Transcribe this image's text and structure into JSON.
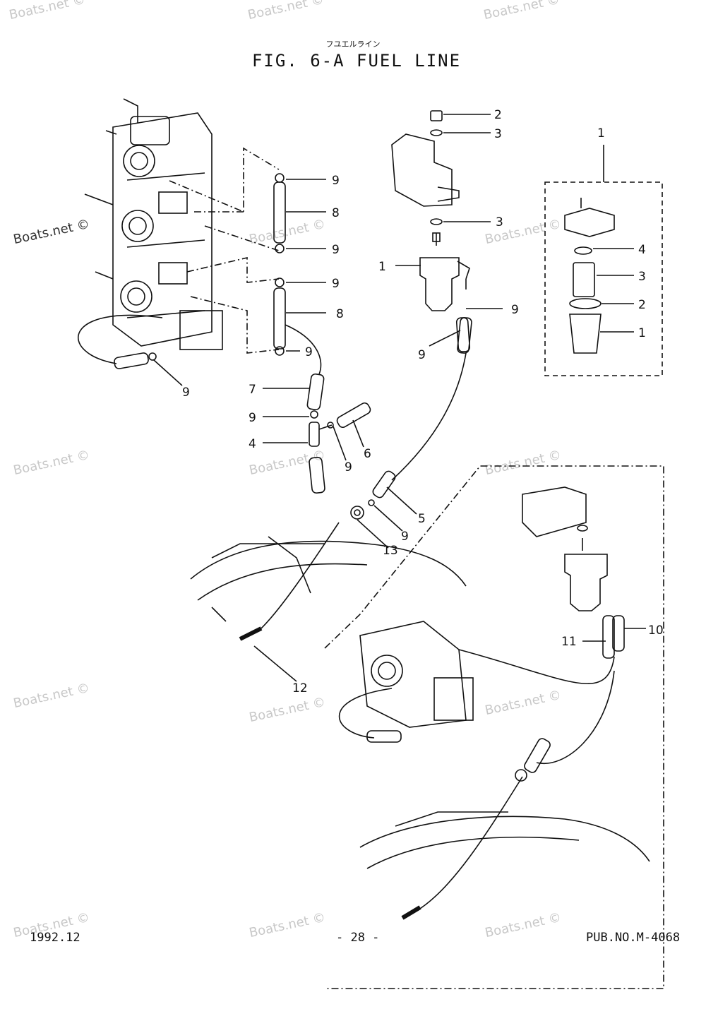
{
  "header": {
    "subtitle_jp": "フユエルライン",
    "title": "FIG.  6-A FUEL LINE"
  },
  "footer": {
    "date": "1992.12",
    "page": "- 28 -",
    "pub_no": "PUB.NO.M-4068"
  },
  "watermark": "Boats.net ©",
  "callouts": {
    "c2": "2",
    "c3a": "3",
    "c3b": "3",
    "c1": "1",
    "c9_filter": "9",
    "c9_hose_l": "9",
    "k1": "1",
    "k4": "4",
    "k3": "3",
    "k2": "2",
    "k1b": "1",
    "c9a": "9",
    "c8a": "8",
    "c9b": "9",
    "c9c": "9",
    "c8b": "8",
    "c9d": "9",
    "c9e": "9",
    "c7": "7",
    "c9f": "9",
    "c4": "4",
    "c9g": "9",
    "c6": "6",
    "c5": "5",
    "c9h": "9",
    "c13": "13",
    "c12": "12",
    "c11": "11",
    "c10": "10"
  }
}
